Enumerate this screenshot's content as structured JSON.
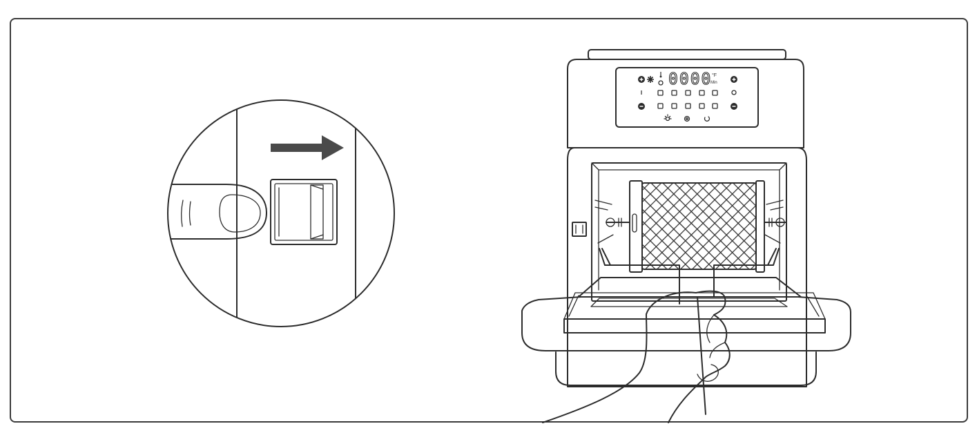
{
  "display": {
    "digits": "0000",
    "unit_temp": "°F",
    "unit_time": "Min"
  },
  "icons": {
    "plus": "plus-icon",
    "minus": "minus-icon",
    "fan": "fan-icon",
    "thermometer": "thermometer-icon",
    "clock": "clock-icon",
    "light": "light-icon",
    "power": "power-icon",
    "rotate": "rotate-icon"
  },
  "colors": {
    "line": "#2b2b2b",
    "arrow": "#4a4a4a",
    "background": "#ffffff"
  }
}
